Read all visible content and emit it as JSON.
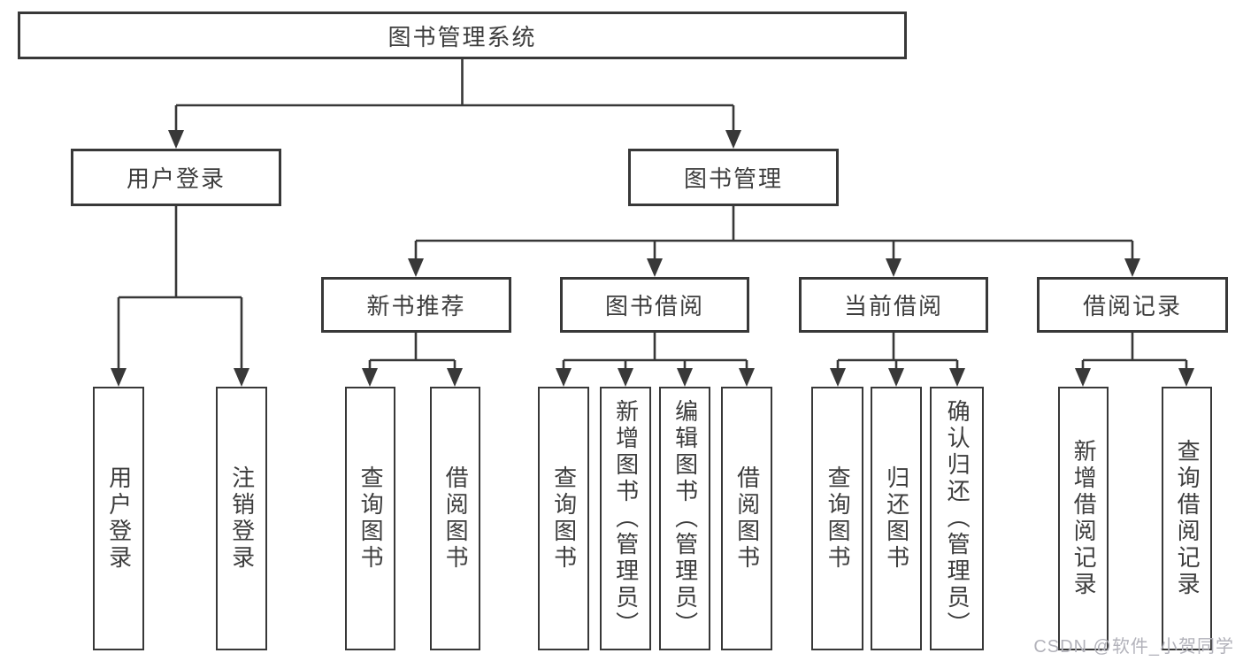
{
  "diagram": {
    "root": {
      "label": "图书管理系统"
    },
    "user_login": {
      "label": "用户登录",
      "children": [
        {
          "label": "用户登录"
        },
        {
          "label": "注销登录"
        }
      ]
    },
    "book_management": {
      "label": "图书管理",
      "groups": [
        {
          "label": "新书推荐",
          "children": [
            {
              "label": "查询图书"
            },
            {
              "label": "借阅图书"
            }
          ]
        },
        {
          "label": "图书借阅",
          "children": [
            {
              "label": "查询图书"
            },
            {
              "label": "新增图书（管理员）"
            },
            {
              "label": "编辑图书（管理员）"
            },
            {
              "label": "借阅图书"
            }
          ]
        },
        {
          "label": "当前借阅",
          "children": [
            {
              "label": "查询图书"
            },
            {
              "label": "归还图书"
            },
            {
              "label": "确认归还（管理员）"
            }
          ]
        },
        {
          "label": "借阅记录",
          "children": [
            {
              "label": "新增借阅记录"
            },
            {
              "label": "查询借阅记录"
            }
          ]
        }
      ]
    }
  },
  "watermark": {
    "text": "CSDN @软件_小贺同学"
  },
  "colors": {
    "line": "#383838",
    "text": "#3d3d3d",
    "watermark": "#b2b2ba",
    "background": "#ffffff"
  }
}
